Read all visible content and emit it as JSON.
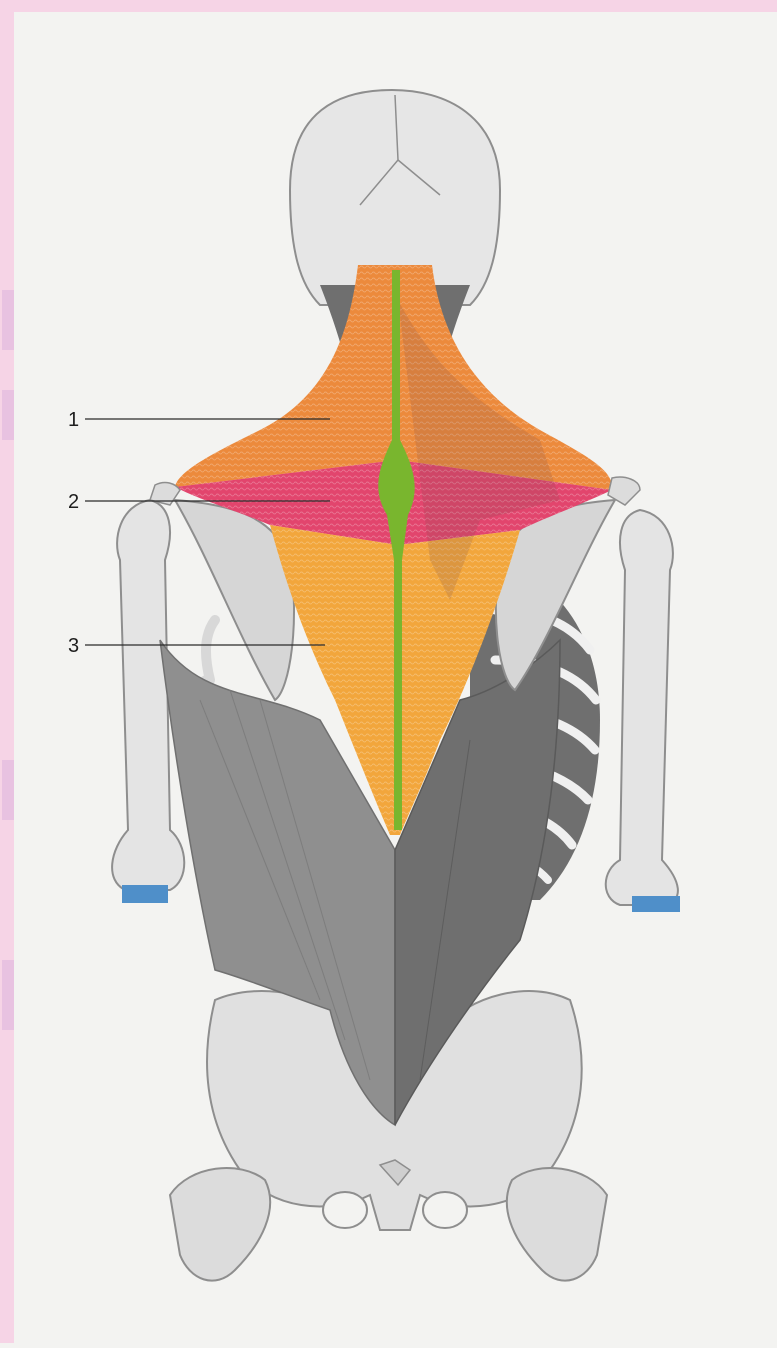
{
  "figure": {
    "labels": [
      {
        "id": "1",
        "text": "1"
      },
      {
        "id": "2",
        "text": "2"
      },
      {
        "id": "3",
        "text": "3"
      }
    ]
  },
  "colors": {
    "page_background": "#f3f3f1",
    "border_pink": "#f6cde3",
    "bone_light": "#e2e2e2",
    "bone_shadow": "#b9b9b9",
    "muscle_grey": "#8f8f8f",
    "muscle_grey_dark": "#6f6f6f",
    "trapezius_upper": "#ec8a3c",
    "trapezius_middle": "#e2456d",
    "trapezius_lower": "#f2a63c",
    "tendon_green": "#79b62e",
    "cartilage_blue": "#4f8fc9"
  }
}
